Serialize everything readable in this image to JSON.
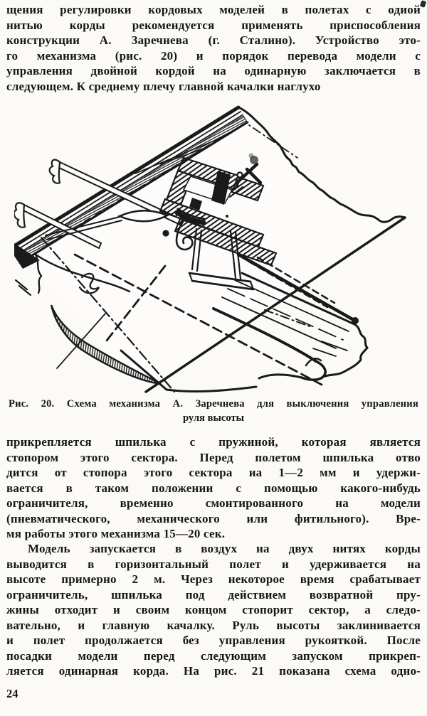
{
  "page": {
    "paper_color": "#fbfaf6",
    "ink_color": "#161616",
    "number": "24",
    "top_paragraph": {
      "lines": [
        "щения регулировки кордовых моделей в полетах с одиой",
        "нитью корды рекомендуется применять приспособления",
        "конструкции А. Заречнева (г. Сталино). Устройство это-",
        "го механизма (рис. 20) и порядок перевода модели с",
        "управления двойной кордой на одинарную заключается в",
        "следующем. К среднему плечу главной качалки наглухо"
      ]
    },
    "figure": {
      "caption_line1": "Рис. 20. Схема механизма А. Заречнева для выключения управления",
      "caption_line2": "руля высоты"
    },
    "mid_paragraph": {
      "lines": [
        "прикрепляется шпилька с пружиной, которая является",
        "стопором этого сектора. Перед полетом шпилька отво",
        "дится от стопора этого сектора иа 1—2 мм и удержи-",
        "вается в таком положении с помощью какого-нибудь",
        "ограничителя, временно смонтированного на модели",
        "(пневматического, механического или фитильного). Вре-",
        "мя работы этого механизма 15—20 сек."
      ]
    },
    "bottom_paragraph": {
      "lines": [
        "Модель запускается в воздух на двух нитях корды",
        "выводится в горизонтальный полет и удерживается на",
        "высоте примерно 2 м. Через некоторое время срабатывает",
        "ограничитель, шпилька под действием возвратной пру-",
        "жины отходит и своим концом стопорит сектор, а следо-",
        "вательно, и главную качалку. Руль высоты заклинивается",
        "и полет продолжается без управления рукояткой. После",
        "посадки модели перед следующим запуском прикреп-",
        "ляется одинарная корда. На рис. 21 показана схема одно-"
      ]
    }
  }
}
